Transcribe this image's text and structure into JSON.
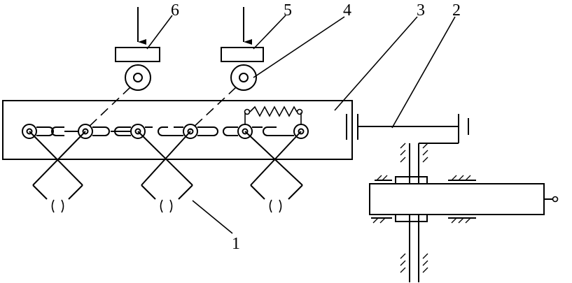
{
  "diagram": {
    "labels": {
      "part_1": "1",
      "part_2": "2",
      "part_3": "3",
      "part_4": "4",
      "part_5": "5",
      "part_6": "6"
    }
  }
}
